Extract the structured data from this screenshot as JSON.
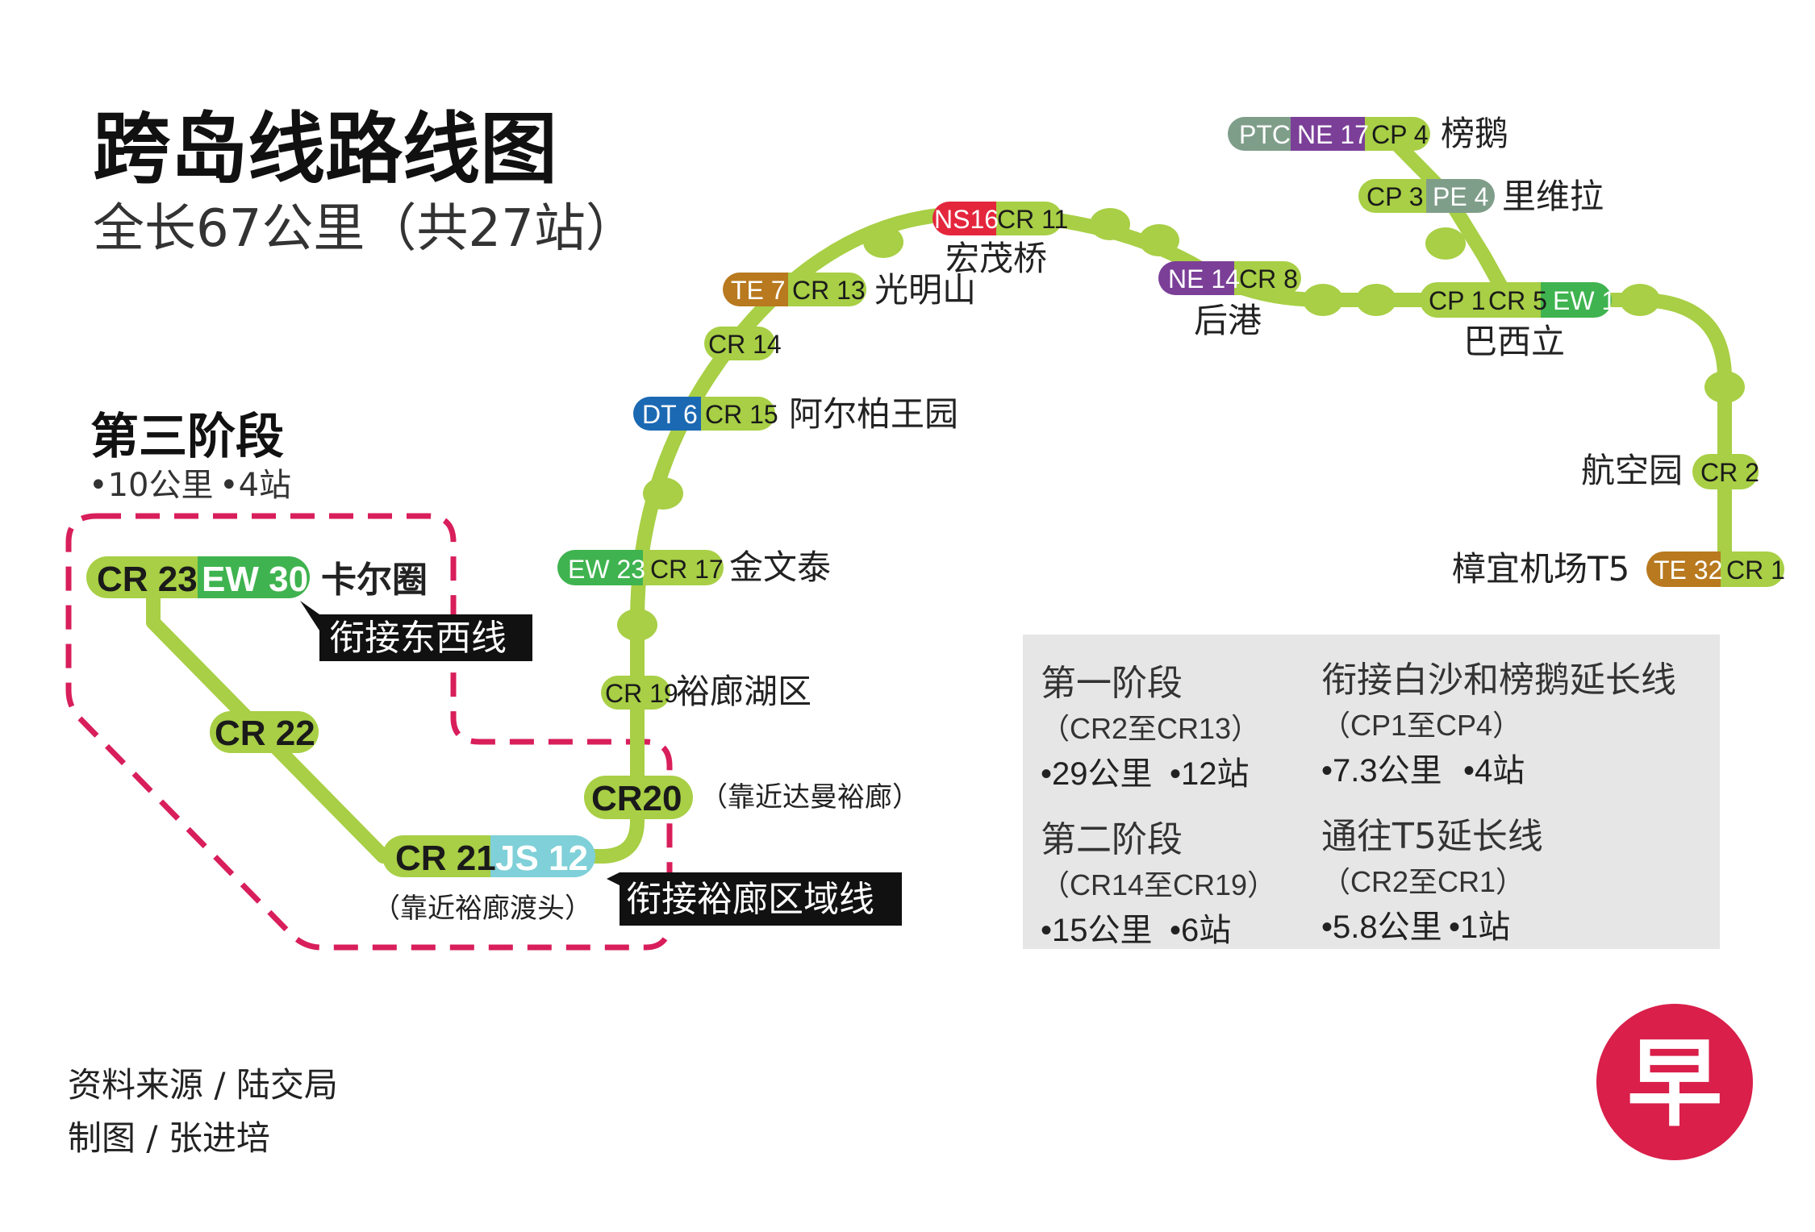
{
  "title": "跨岛线路线图",
  "subtitle": "全长67公里（共27站）",
  "phase3": {
    "heading": "第三阶段",
    "length": "•10公里",
    "stations": "•4站"
  },
  "stations": {
    "cr23": {
      "codes": [
        "CR 23",
        "EW 30"
      ],
      "name": "卡尔圈"
    },
    "cr22": {
      "codes": [
        "CR 22"
      ]
    },
    "cr21": {
      "codes": [
        "CR 21",
        "JS 12"
      ],
      "note": "（靠近裕廊渡头）"
    },
    "cr20": {
      "codes": [
        "CR20"
      ],
      "note": "（靠近达曼裕廊）"
    },
    "cr19": {
      "codes": [
        "CR 19"
      ],
      "name": "裕廊湖区"
    },
    "cr17": {
      "codes": [
        "EW 23",
        "CR 17"
      ],
      "name": "金文泰"
    },
    "cr15": {
      "codes": [
        "DT 6",
        "CR 15"
      ],
      "name": "阿尔柏王园"
    },
    "cr14": {
      "codes": [
        "CR 14"
      ]
    },
    "cr13": {
      "codes": [
        "TE 7",
        "CR 13"
      ],
      "name": "光明山"
    },
    "cr11": {
      "codes": [
        "NS16",
        "CR 11"
      ],
      "name": "宏茂桥"
    },
    "cr8": {
      "codes": [
        "NE 14",
        "CR 8"
      ],
      "name": "后港"
    },
    "cr5": {
      "codes": [
        "CP 1",
        "CR 5",
        "EW 1"
      ],
      "name": "巴西立"
    },
    "cp3": {
      "codes": [
        "CP 3",
        "PE 4"
      ],
      "name": "里维拉"
    },
    "cp4": {
      "codes": [
        "PTC",
        "NE 17",
        "CP 4"
      ],
      "name": "榜鹅"
    },
    "cr2": {
      "codes": [
        "CR 2"
      ],
      "name": "航空园"
    },
    "cr1": {
      "codes": [
        "TE 32",
        "CR 1"
      ],
      "name": "樟宜机场T5"
    }
  },
  "callouts": {
    "ewl": "衔接东西线",
    "jrl": "衔接裕廊区域线"
  },
  "panel": {
    "phase1": {
      "title": "第一阶段",
      "range": "（CR2至CR13）",
      "length": "•29公里",
      "stations": "•12站"
    },
    "punggol": {
      "title": "衔接白沙和榜鹅延长线",
      "range": "（CP1至CP4）",
      "length": "•7.3公里",
      "stations": "•4站"
    },
    "phase2": {
      "title": "第二阶段",
      "range": "（CR14至CR19）",
      "length": "•15公里",
      "stations": "•6站"
    },
    "t5": {
      "title": "通往T5延长线",
      "range": "（CR2至CR1）",
      "length": "•5.8公里",
      "stations": "•1站"
    }
  },
  "credits": {
    "source": "资料来源 / 陆交局",
    "graphic": "制图 / 张进培"
  },
  "logo_text": "早",
  "colors": {
    "crl": "#a8cf45",
    "ewl": "#3fb34f",
    "nsl": "#e4263c",
    "nel": "#7b3f98",
    "dtl": "#1b69b3",
    "tel": "#b8791f",
    "jrl": "#7fd0d8",
    "lrt": "#7f9e8a",
    "phase3_border": "#d81e5b",
    "logo": "#d91f4a"
  }
}
